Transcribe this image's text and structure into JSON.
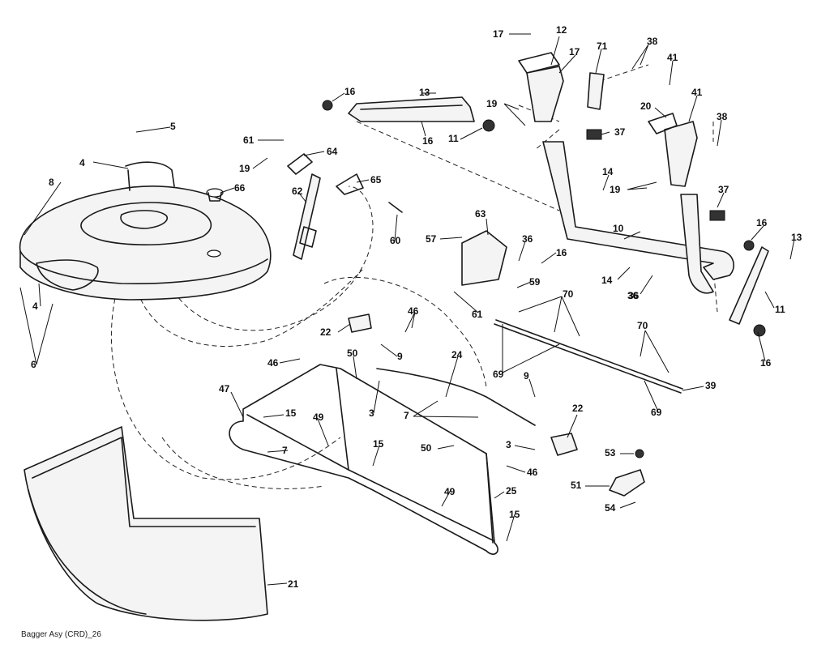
{
  "caption": "Bagger Asy (CRD)_26",
  "callouts": [
    "17",
    "12",
    "71",
    "38",
    "41",
    "17",
    "41",
    "20",
    "38",
    "37",
    "16",
    "13",
    "19",
    "16",
    "11",
    "61",
    "64",
    "19",
    "65",
    "62",
    "60",
    "63",
    "57",
    "36",
    "16",
    "14",
    "19",
    "36",
    "37",
    "16",
    "13",
    "10",
    "14",
    "36",
    "59",
    "61",
    "70",
    "11",
    "16",
    "8",
    "4",
    "5",
    "66",
    "4",
    "6",
    "22",
    "46",
    "50",
    "9",
    "46",
    "47",
    "15",
    "49",
    "24",
    "9",
    "3",
    "7",
    "70",
    "69",
    "69",
    "39",
    "22",
    "50",
    "3",
    "15",
    "7",
    "46",
    "51",
    "53",
    "54",
    "49",
    "25",
    "15",
    "21"
  ]
}
